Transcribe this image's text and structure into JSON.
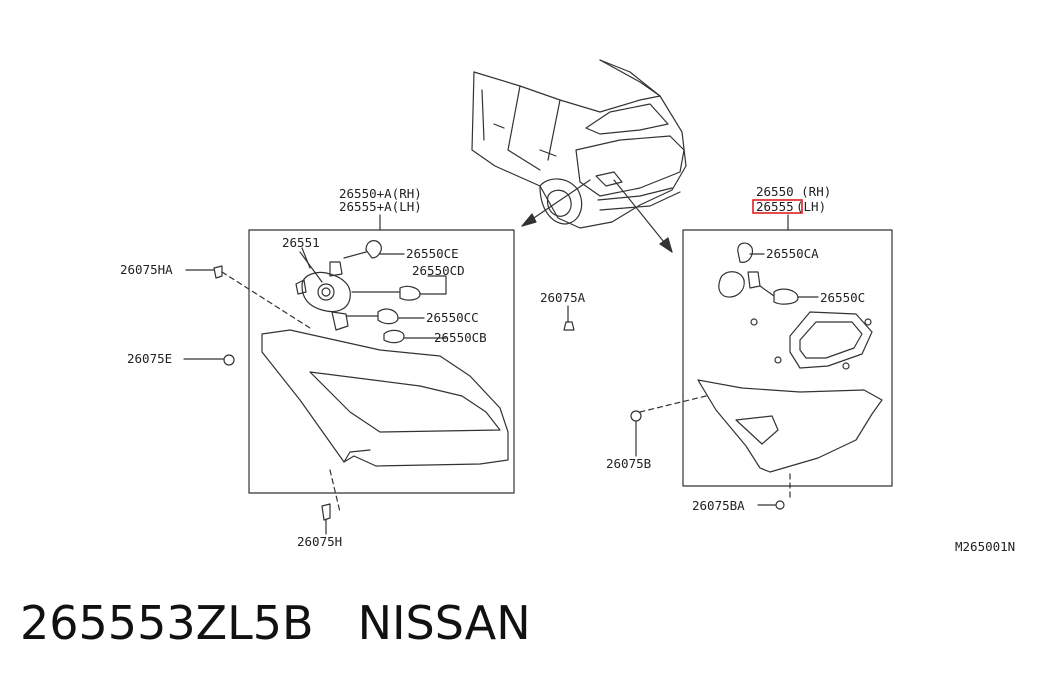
{
  "callouts": {
    "rh_combo_a": "26550+A(RH)",
    "lh_combo_a": "26555+A(LH)",
    "rh_combo": "26550 (RH)",
    "lh_part": "26555",
    "lh_suffix": " (LH)",
    "p26551": "26551",
    "p26550ce": "26550CE",
    "p26550cd": "26550CD",
    "p26550cc": "26550CC",
    "p26550cb": "26550CB",
    "p26075ha": "26075HA",
    "p26075e": "26075E",
    "p26075h": "26075H",
    "p26075a": "26075A",
    "p26550ca": "26550CA",
    "p26550c": "26550C",
    "p26075b": "26075B",
    "p26075ba": "26075BA",
    "figure_id": "M265001N"
  },
  "footer": {
    "part_number": "265553ZL5B",
    "brand": "NISSAN"
  },
  "colors": {
    "line": "#333333",
    "highlight": "#e02020"
  }
}
